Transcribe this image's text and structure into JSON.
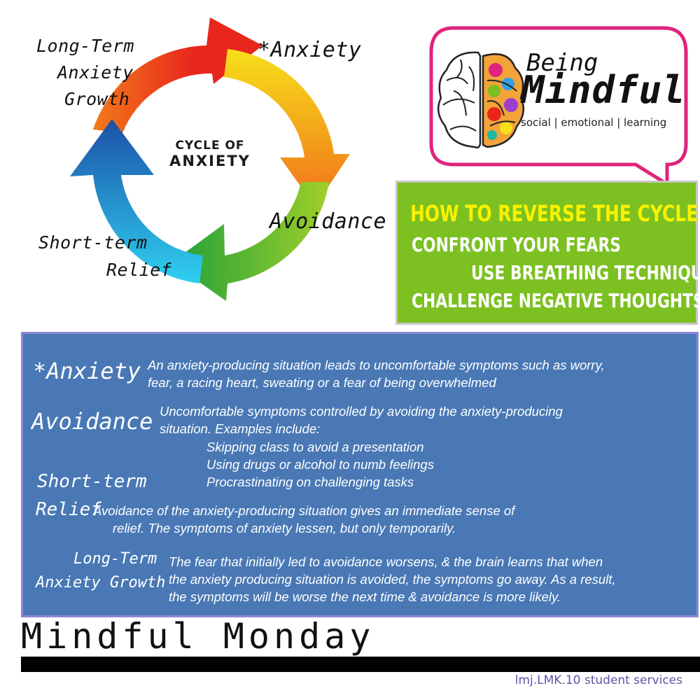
{
  "cycle": {
    "center_line1": "CYCLE OF",
    "center_line2": "ANXIETY",
    "labels": {
      "anxiety": "*Anxiety",
      "avoidance": "Avoidance",
      "short_term_line1": "Short-term",
      "short_term_line2": "Relief",
      "long_term_line1": "Long-Term",
      "long_term_line2": "Anxiety",
      "long_term_line3": "Growth"
    },
    "colors": [
      "#e8261c",
      "#f7c414",
      "#6bbd2a",
      "#1fa7e6",
      "#1c4fa7"
    ]
  },
  "logo": {
    "line1": "Being",
    "line2": "Mindful",
    "line3": "social | emotional | learning",
    "border_color": "#e0237d"
  },
  "reverse": {
    "heading": "HOW TO REVERSE THE CYCLE",
    "items": [
      "CONFRONT YOUR FEARS",
      "USE BREATHING TECHNIQUES",
      "CHALLENGE NEGATIVE THOUGHTS"
    ],
    "bg_color": "#7cc021",
    "heading_color": "#f7f200"
  },
  "definitions": {
    "anxiety_term": "*Anxiety",
    "anxiety_text": [
      "An anxiety-producing situation leads to uncomfortable symptoms such as worry,",
      "fear, a racing heart, sweating or a fear of being overwhelmed"
    ],
    "avoidance_term": "Avoidance",
    "avoidance_text": [
      "Uncomfortable symptoms controlled by avoiding the anxiety-producing",
      "situation. Examples include:"
    ],
    "avoidance_examples": [
      "Skipping class to avoid a presentation",
      "Using drugs or alcohol to numb feelings",
      "Procrastinating on challenging tasks"
    ],
    "relief_term_line1": "Short-term",
    "relief_term_line2": "Relief",
    "relief_text": [
      "Avoidance of the anxiety-producing situation gives an immediate sense of",
      "relief.  The symptoms of anxiety lessen, but only temporarily."
    ],
    "growth_term_line1": "Long-Term",
    "growth_term_line2": "Anxiety Growth",
    "growth_text": [
      "The fear that initially led to avoidance worsens, & the brain learns that when",
      "the anxiety producing situation is avoided, the symptoms go away.  As a result,",
      "the symptoms will be worse the next time & avoidance is more likely."
    ],
    "panel_color": "#4978b5"
  },
  "footer": {
    "title": "Mindful Monday",
    "credit": "lmj.LMK.10 student services"
  }
}
